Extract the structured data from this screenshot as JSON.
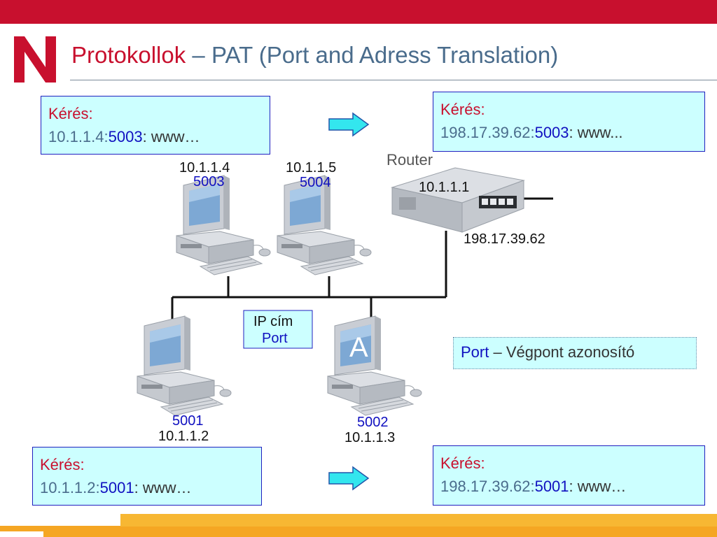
{
  "title": {
    "main": "Protokollok",
    "sep": " – ",
    "sub": "PAT (Port and Adress Translation)"
  },
  "requests": [
    {
      "label": "Kérés:",
      "ip": "10.1.1.4:",
      "port": "5003",
      "rest": ": www…"
    },
    {
      "label": "Kérés:",
      "ip": "198.17.39.62:",
      "port": "5003",
      "rest": ": www..."
    },
    {
      "label": "Kérés:",
      "ip": "10.1.1.2:",
      "port": "5001",
      "rest": ": www…"
    },
    {
      "label": "Kérés:",
      "ip": "198.17.39.62:",
      "port": "5001",
      "rest": ": www…"
    }
  ],
  "legend": {
    "port": "Port",
    "rest": " – Végpont azonosító"
  },
  "diagram": {
    "router_label": "Router",
    "router_inner_ip": "10.1.1.1",
    "router_outer_ip": "198.17.39.62",
    "hosts": [
      {
        "ip": "10.1.1.4",
        "port": "5003"
      },
      {
        "ip": "10.1.1.5",
        "port": "5004"
      },
      {
        "ip": "10.1.1.2",
        "port": "5001"
      },
      {
        "ip": "10.1.1.3",
        "port": "5002"
      }
    ],
    "server_letter": "A",
    "ipbox": {
      "line1": "IP cím",
      "line2": "Port"
    }
  },
  "colors": {
    "brand_red": "#c8102e",
    "box_fill": "#ccffff",
    "arrow": "#33e6ee",
    "port_blue": "#1010c0",
    "footer": "#f5a623"
  }
}
